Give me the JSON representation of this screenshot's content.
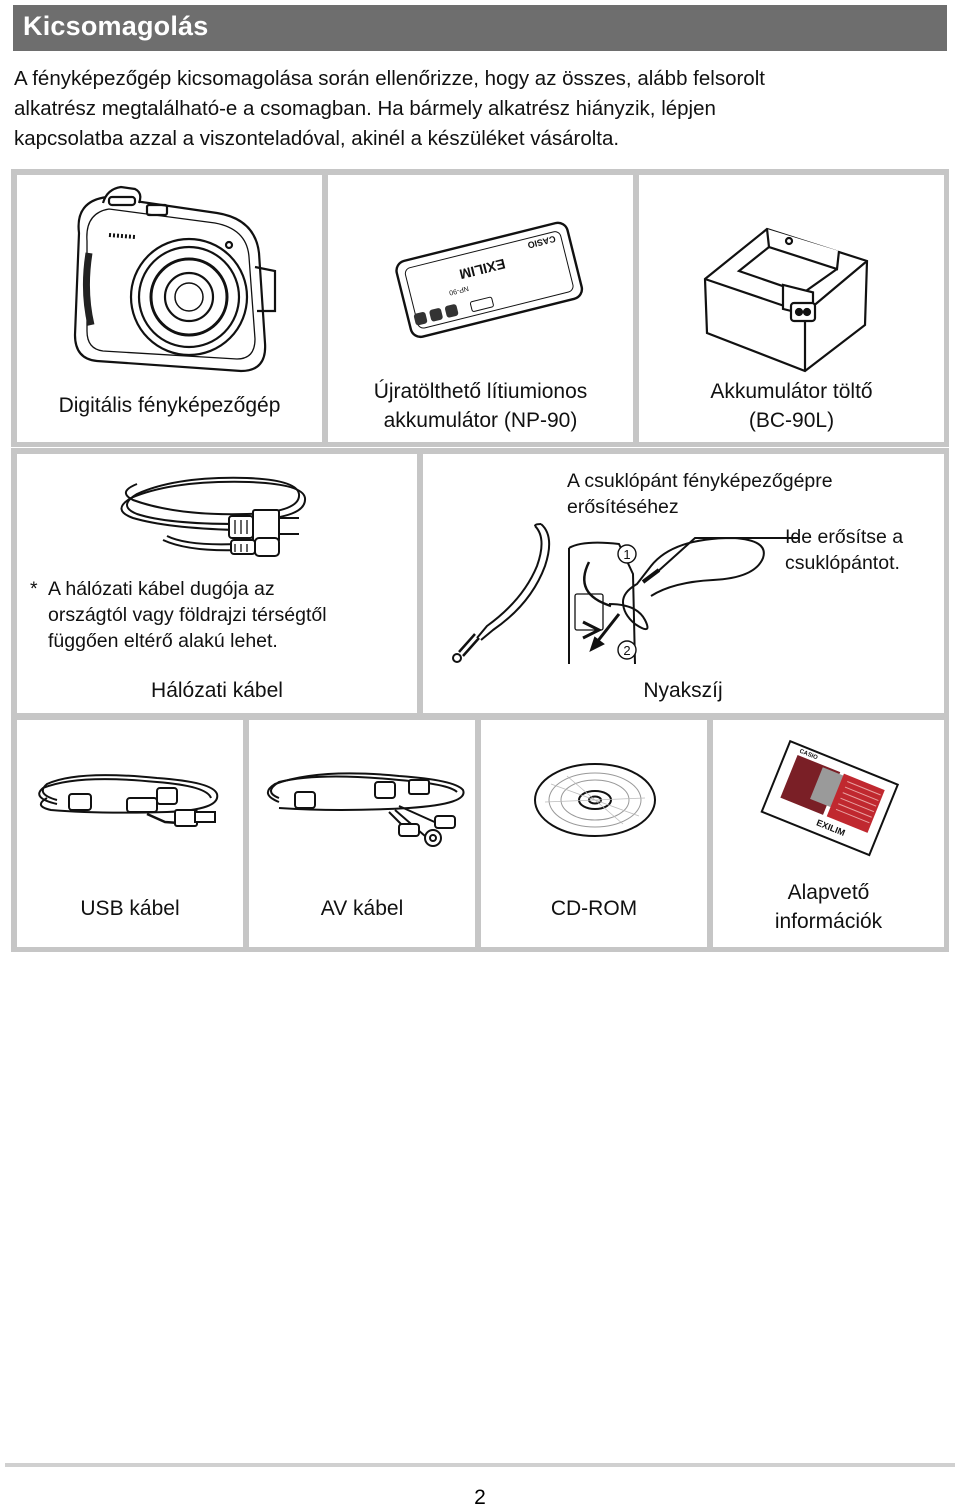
{
  "section": {
    "title": "Kicsomagolás"
  },
  "intro": {
    "lines": [
      "A fényképezőgép kicsomagolása során ellenőrizze, hogy az összes, alább felsorolt",
      "alkatrész megtalálható-e a csomagban. Ha bármely alkatrész hiányzik, lépjen",
      "kapcsolatba azzal a viszonteladóval, akinél a készüléket vásárolta."
    ]
  },
  "items": {
    "camera": {
      "label": "Digitális fényképezőgép",
      "icon": "digital-camera-icon"
    },
    "battery": {
      "label_line1": "Újratölthető lítiumionos",
      "label_line2": "akkumulátor (NP-90)",
      "icon": "battery-icon",
      "print_brand": "EXILIM",
      "print_maker": "CASIO",
      "print_model": "NP-90"
    },
    "charger": {
      "label_line1": "Akkumulátor töltő",
      "label_line2": "(BC-90L)",
      "icon": "charger-icon"
    },
    "power_cord": {
      "label": "Hálózati kábel",
      "icon": "power-cord-icon",
      "note_mark": "*",
      "note_lines": [
        "A hálózati kábel dugója az",
        "országtól vagy földrajzi térségtől",
        "függően eltérő alakú lehet."
      ]
    },
    "strap": {
      "label": "Nyakszíj",
      "icon": "neck-strap-icon",
      "caption_lines": [
        "A csuklópánt fényképezőgépre",
        "erősítéséhez"
      ],
      "callout_lines": [
        "Ide erősítse a",
        "csuklópántot."
      ],
      "step1": "1",
      "step2": "2"
    },
    "usb": {
      "label": "USB kábel",
      "icon": "usb-cable-icon"
    },
    "av": {
      "label": "AV kábel",
      "icon": "av-cable-icon"
    },
    "cdrom": {
      "label": "CD-ROM",
      "icon": "cd-rom-icon"
    },
    "basic_info": {
      "label_line1": "Alapvető",
      "label_line2": "információk",
      "icon": "booklet-icon",
      "print_brand": "EXILIM",
      "print_maker": "CASIO"
    }
  },
  "footer": {
    "page_number": "2"
  }
}
